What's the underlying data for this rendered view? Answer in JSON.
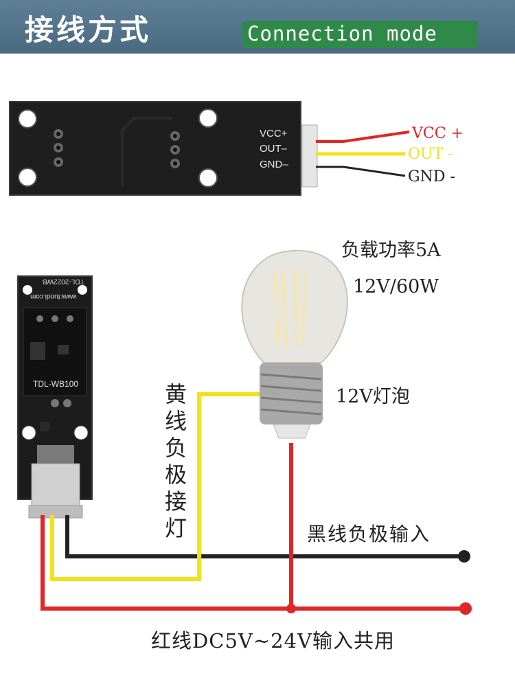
{
  "header": {
    "title": "接线方式",
    "subtitle": "Connection mode"
  },
  "board_top": {
    "pins": [
      "VCC+",
      "OUT–",
      "GND–"
    ]
  },
  "wire_labels": {
    "vcc": "VCC +",
    "out": "OUT -",
    "gnd": "GND -"
  },
  "colors": {
    "red_wire": "#e02626",
    "yellow_wire": "#f2e21c",
    "black_wire": "#222222",
    "banner": "#54758c",
    "pill": "#2f8a4a"
  },
  "load": {
    "current": "负载功率5A",
    "power": "12V/60W",
    "bulb": "12V灯泡"
  },
  "module": {
    "model": "TDL-WB100",
    "url": "www.tuodi.com",
    "date": "TDL-2022WB"
  },
  "labels": {
    "yellow_vertical": [
      "黄",
      "线",
      "负",
      "极",
      "接",
      "灯"
    ],
    "black_input": "黑线负极输入",
    "red_input": "红线DC5V~24V输入共用"
  }
}
